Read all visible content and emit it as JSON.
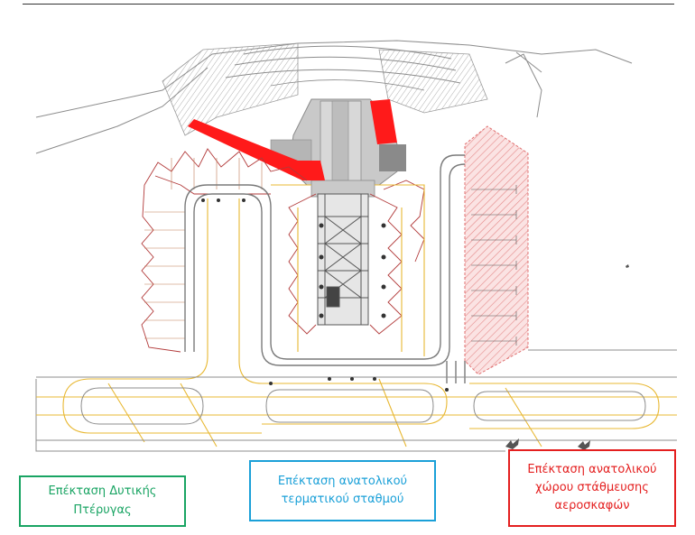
{
  "legend": {
    "west_wing": {
      "text": "Επέκταση Δυτικής\nΠτέρυγας",
      "color": "#19a463"
    },
    "east_terminal": {
      "text": "Επέκταση ανατολικού\nτερματικού σταθμού",
      "color": "#1aa0d8"
    },
    "east_apron": {
      "text": "Επέκταση ανατολικού\nχώρου στάθμευσης\nαεροσκαφών",
      "color": "#e41f1f"
    }
  },
  "colors": {
    "plan_line": "#8c8c8c",
    "taxiway_line": "#e8b833",
    "building_fill": "#c9c9c9",
    "building_dark": "#8a8a8a",
    "pier_outline": "#b23a3a",
    "highlight_red": "#ff1a1a",
    "apron_hatch": "#f2b5b5",
    "stand_line": "#c07a55"
  },
  "icons": {
    "north_east_marker": "aircraft-icon"
  }
}
